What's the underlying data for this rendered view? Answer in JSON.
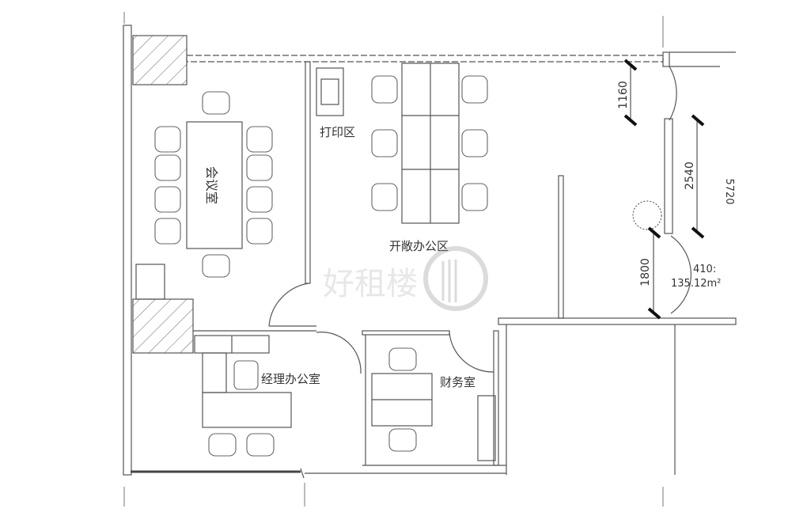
{
  "rooms": {
    "meeting": "会议室",
    "print": "打印区",
    "open_office": "开敞办公区",
    "manager": "经理办公室",
    "finance": "财务室"
  },
  "dimensions": {
    "d1": "1160",
    "d2": "2540",
    "d3": "5720",
    "d4": "1800"
  },
  "unit": {
    "number": "410:",
    "area": "135.12m²"
  },
  "watermark": "好租楼"
}
